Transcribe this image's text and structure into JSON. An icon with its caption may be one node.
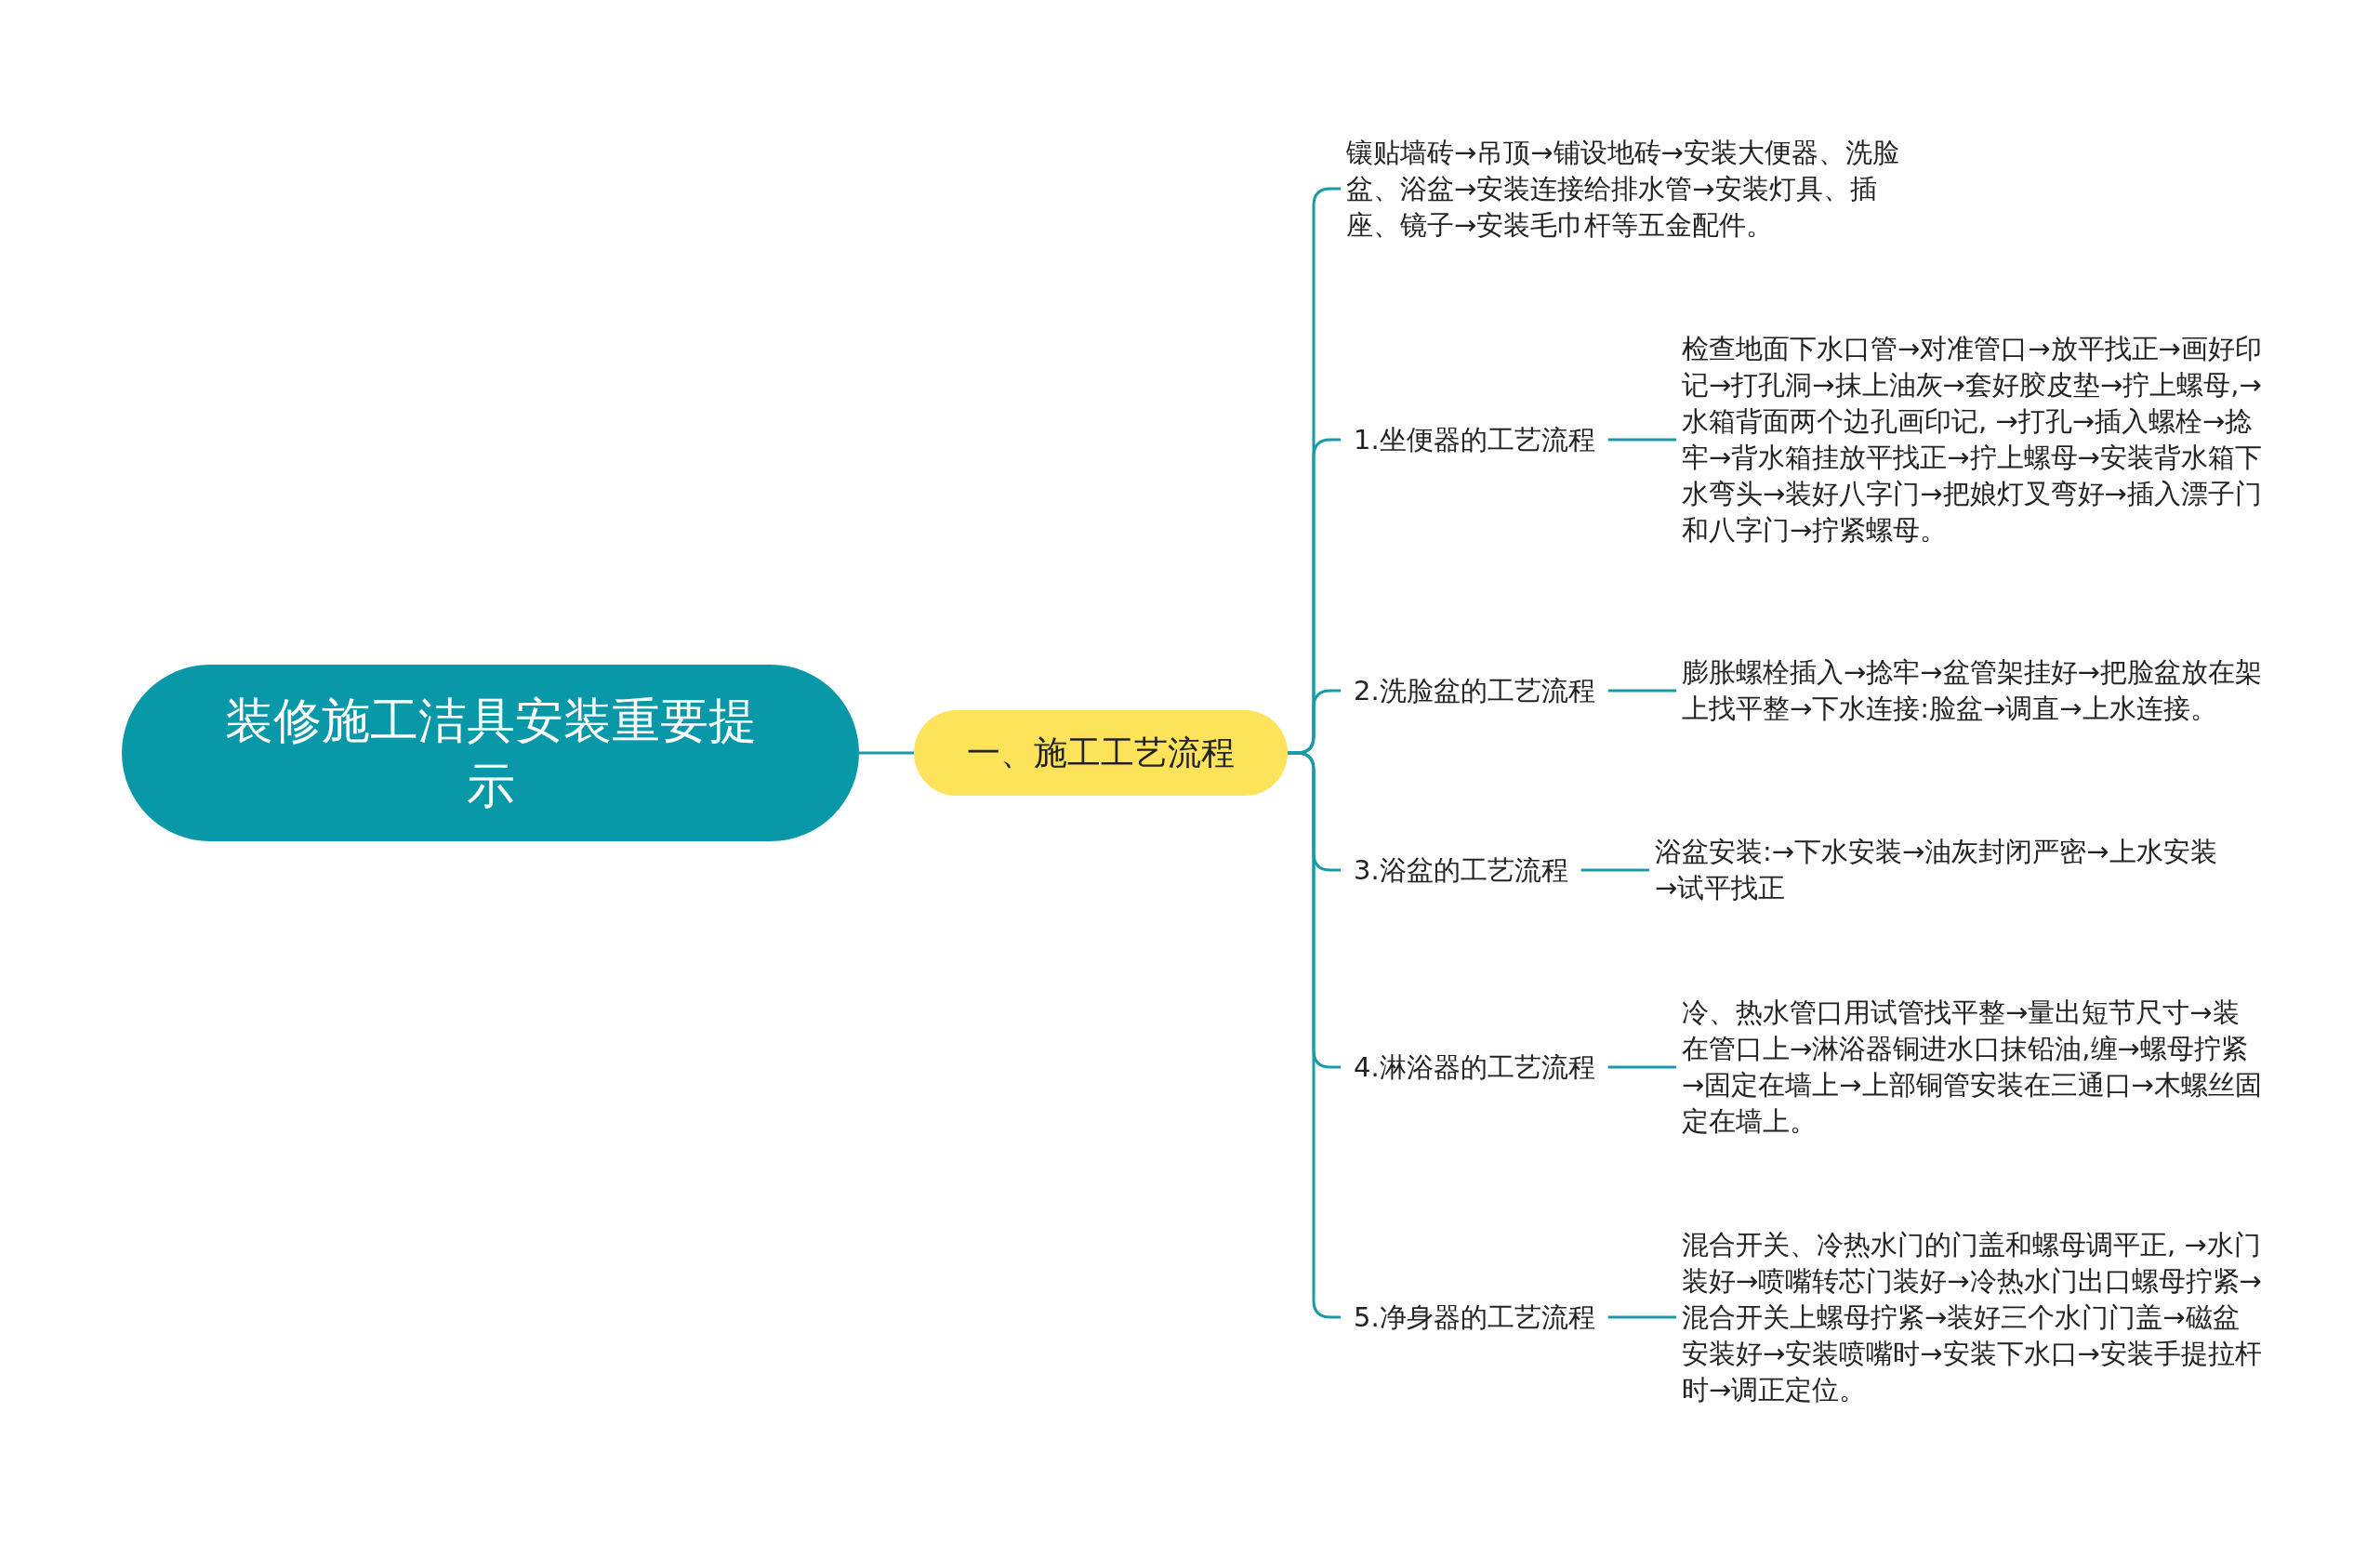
{
  "diagram": {
    "nodes": [
      {
        "text": [
          "装修施工洁具安装重要提示"
        ]
      },
      {
        "text": [
          "一、施工工艺流程"
        ]
      },
      {
        "text": [
          "镶贴墙砖→吊顶→铺设地砖→安装大便器、洗脸盆、浴盆→安装连接给排水管→安装灯具、插座、镜子→安装毛巾杆等五金配件。"
        ]
      },
      {
        "text": [
          "1.坐便器的工艺流程"
        ]
      },
      {
        "text": [
          "检查地面下水口管→对准管口→放平找正→画好印记→打孔洞→抹上油灰→套好胶皮垫→拧上螺母,→水箱背面两个边孔画印记, →打孔→插入螺栓→捻牢→背水箱挂放平找正→拧上螺母→安装背水箱下水弯头→装好八字门→把娘灯叉弯好→插入漂子门和八字门→拧紧螺母。"
        ]
      },
      {
        "text": [
          "2.洗脸盆的工艺流程"
        ]
      },
      {
        "text": [
          "膨胀螺栓插入→捻牢→盆管架挂好→把脸盆放在架上找平整→下水连接:脸盆→调直→上水连接。"
        ]
      },
      {
        "text": [
          "3.浴盆的工艺流程"
        ]
      },
      {
        "text": [
          "浴盆安装:→下水安装→油灰封闭严密→上水安装→试平找正"
        ]
      },
      {
        "text": [
          "4.淋浴器的工艺流程"
        ]
      },
      {
        "text": [
          "冷、热水管口用试管找平整→量出短节尺寸→装在管口上→淋浴器铜进水口抹铅油,缠→螺母拧紧→固定在墙上→上部铜管安装在三通口→木螺丝固定在墙上。"
        ]
      },
      {
        "text": [
          "5.净身器的工艺流程"
        ]
      },
      {
        "text": [
          "混合开关、冷热水门的门盖和螺母调平正, →水门装好→喷嘴转芯门装好→冷热水门出口螺母拧紧→混合开关上螺母拧紧→装好三个水门门盖→磁盆安装好→安装喷嘴时→安装下水口→安装手提拉杆时→调正定位。"
        ]
      }
    ],
    "edges": [
      {
        "from": 0,
        "to": 1,
        "arrow": "none"
      },
      {
        "from": 1,
        "to": 2,
        "arrow": "none"
      },
      {
        "from": 1,
        "to": 3,
        "arrow": "none"
      },
      {
        "from": 1,
        "to": 5,
        "arrow": "none"
      },
      {
        "from": 1,
        "to": 7,
        "arrow": "none"
      },
      {
        "from": 1,
        "to": 9,
        "arrow": "none"
      },
      {
        "from": 1,
        "to": 11,
        "arrow": "none"
      },
      {
        "from": 3,
        "to": 4,
        "arrow": "none"
      },
      {
        "from": 5,
        "to": 6,
        "arrow": "none"
      },
      {
        "from": 7,
        "to": 8,
        "arrow": "none"
      },
      {
        "from": 9,
        "to": 10,
        "arrow": "none"
      },
      {
        "from": 11,
        "to": 12,
        "arrow": "none"
      }
    ]
  }
}
